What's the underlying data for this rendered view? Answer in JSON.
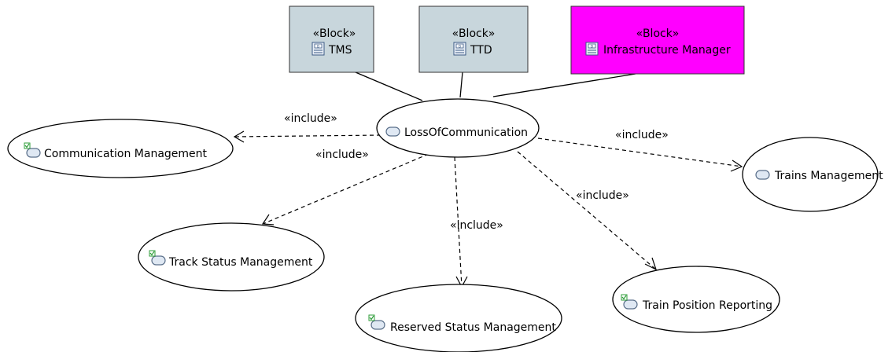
{
  "blocks": {
    "tms": {
      "stereotype": "«Block»",
      "name": "TMS",
      "fill": "#c8d6dc"
    },
    "ttd": {
      "stereotype": "«Block»",
      "name": "TTD",
      "fill": "#c8d6dc"
    },
    "im": {
      "stereotype": "«Block»",
      "name": "Infrastructure Manager",
      "fill": "#ff00ff"
    }
  },
  "use_cases": {
    "main": "LossOfCommunication",
    "comm": "Communication Management",
    "trains": "Trains Management",
    "track": "Track Status Management",
    "reserved": "Reserved Status Management",
    "position": "Train Position Reporting"
  },
  "include_label": "«include»",
  "colors": {
    "line": "#000000",
    "block_border": "#333333",
    "usecase_icon_fill": "#dfe8f3",
    "usecase_icon_stroke": "#5a6f8a",
    "badge_green": "#2f9e3a"
  }
}
